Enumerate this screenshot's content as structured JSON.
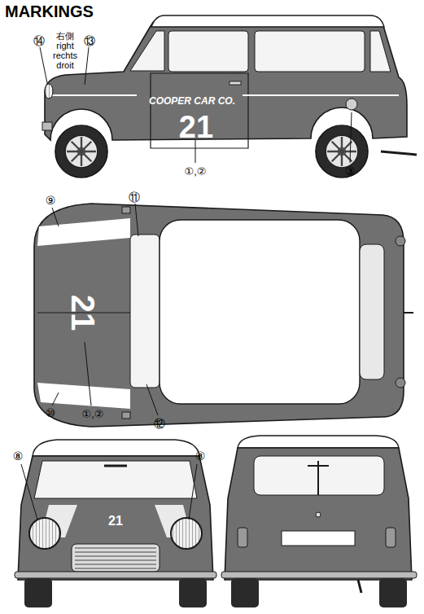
{
  "diagram": {
    "title": "MARKINGS",
    "labels": [
      "⑭",
      "⑬",
      "右側",
      "right",
      "rechts",
      "droit",
      "COOPER CAR CO.",
      "21",
      "①,②",
      "③",
      "⑨",
      "⑪",
      "21",
      "⑩",
      "①,②",
      "⑫",
      "⑧",
      "⑧",
      "21"
    ]
  }
}
